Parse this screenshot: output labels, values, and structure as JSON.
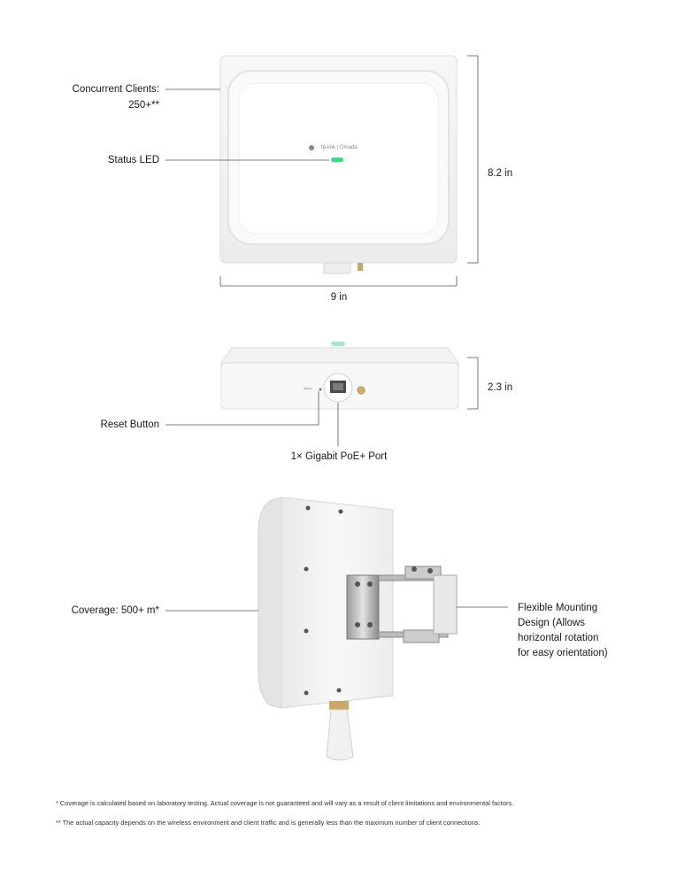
{
  "front_view": {
    "clients_label_line1": "Concurrent Clients:",
    "clients_label_line2": "250+**",
    "status_led_label": "Status LED",
    "height_label": "8.2 in",
    "width_label": "9 in",
    "logo_text": "tp-link | Omada"
  },
  "bottom_view": {
    "reset_label": "Reset Button",
    "depth_label": "2.3 in",
    "port_label": "1× Gigabit PoE+ Port",
    "reset_port_text": "RESET"
  },
  "side_view": {
    "coverage_label": "Coverage: 500+ m*",
    "mount_label_lines": [
      "Flexible Mounting",
      "Design (Allows",
      "horizontal rotation",
      "for easy orientation)"
    ]
  },
  "footnotes": {
    "note1": "* Coverage is calculated based on laboratory testing. Actual coverage is not guaranteed and will vary as a result of client limitations and environmental factors.",
    "note2": "** The actual capacity depends on the wireless environment and client traffic and is generally less than the maximum number of client connections."
  },
  "colors": {
    "device_body": "#f3f3f3",
    "led": "#3ddc84",
    "line": "#555555"
  }
}
